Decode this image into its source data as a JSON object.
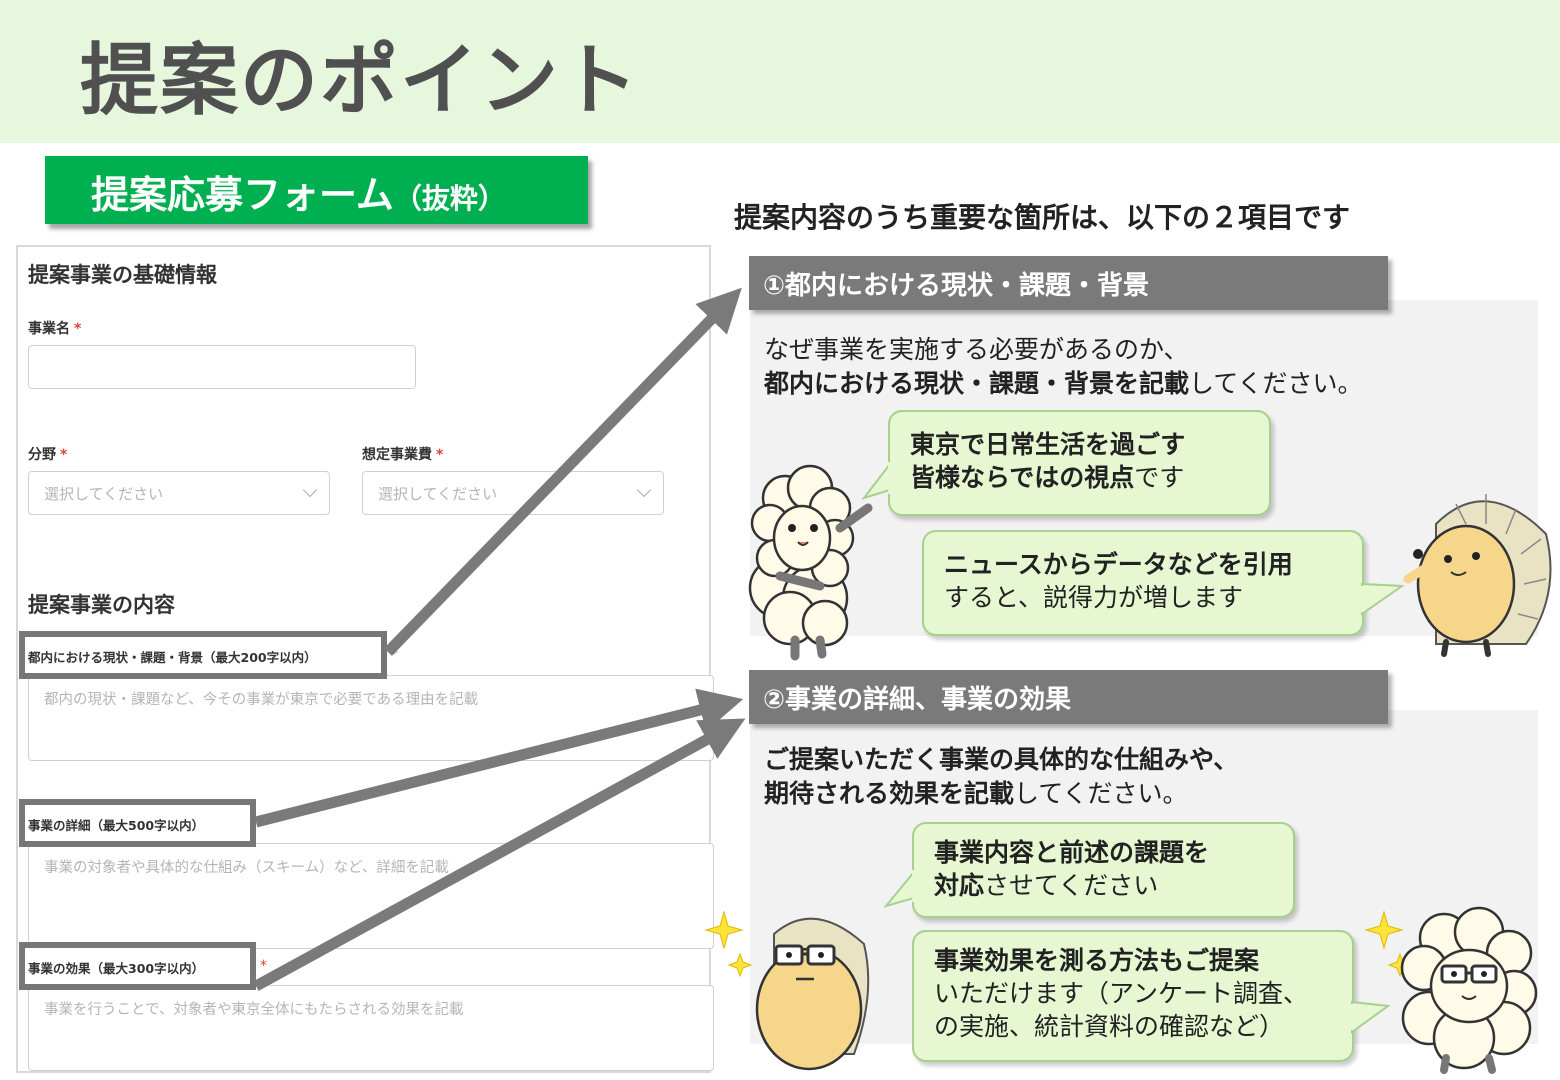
{
  "page": {
    "title": "提案のポイント"
  },
  "form_badge": {
    "main": "提案応募フォーム",
    "sub": "（抜粋）"
  },
  "form": {
    "section1": "提案事業の基礎情報",
    "business_name": {
      "label": "事業名",
      "required": "*",
      "value": ""
    },
    "field": {
      "label": "分野",
      "required": "*",
      "placeholder": "選択してください"
    },
    "cost": {
      "label": "想定事業費",
      "required": "*",
      "placeholder": "選択してください"
    },
    "section2": "提案事業の内容",
    "current": {
      "label": "都内における現状・課題・背景（最大200字以内）",
      "required": "*",
      "placeholder": "都内の現状・課題など、今その事業が東京で必要である理由を記載"
    },
    "details": {
      "label": "事業の詳細（最大500字以内）",
      "required": "*",
      "placeholder": "事業の対象者や具体的な仕組み（スキーム）など、詳細を記載"
    },
    "effects": {
      "label": "事業の効果（最大300字以内）",
      "required": "*",
      "placeholder": "事業を行うことで、対象者や東京全体にもたらされる効果を記載"
    }
  },
  "intro": "提案内容のうち重要な箇所は、以下の２項目です",
  "card1": {
    "title": "①都内における現状・課題・背景",
    "line1": "なぜ事業を実施する必要があるのか、",
    "line2_bold": "都内における現状・課題・背景を記載",
    "line2_rest": "してください。",
    "bubble1": {
      "line1_bold": "東京で日常生活を過ごす",
      "line2_bold": "皆様ならではの視点",
      "line2_rest": "です"
    },
    "bubble2": {
      "line1_bold": "ニュースからデータなどを引用",
      "line2_rest": "すると、説得力が増します"
    }
  },
  "card2": {
    "title": "②事業の詳細、事業の効果",
    "line1_bold": "ご提案いただく事業の具体的な仕組みや、",
    "line2_bold": "期待される効果を記載",
    "line2_rest": "してください。",
    "bubble1": {
      "line1_bold": "事業内容と前述の課題を",
      "line2_bold": "対応",
      "line2_rest": "させてください"
    },
    "bubble2": {
      "line1_bold": "事業効果を測る方法もご提案",
      "line2_rest": "いただけます（アンケート調査、",
      "line3_rest": "の実施、統計資料の確認など）"
    }
  },
  "colors": {
    "header_bg": "#e6f7de",
    "badge_green": "#00b050",
    "card_header": "#7a7a7a",
    "bubble_bg": "#e6f7d2",
    "required_red": "#e0413a"
  },
  "icons": [
    "sheep-icon",
    "hedgehog-icon",
    "hedgehog-glasses-icon",
    "sheep-glasses-icon",
    "sparkle-icon",
    "arrow-icon",
    "chevron-down-icon"
  ]
}
